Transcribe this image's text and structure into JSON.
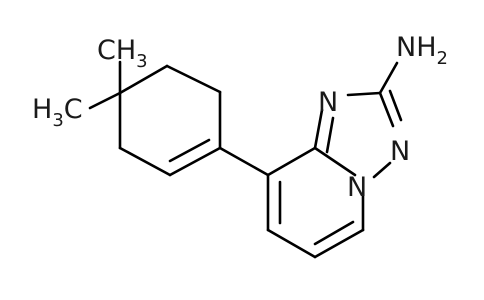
{
  "molecule": {
    "labels": {
      "amine_n": "N",
      "amine_h": "H",
      "amine_sub": "2",
      "ring_n_top": "N",
      "ring_n_right": "N",
      "ring_n_bridge": "N",
      "methyl_top_c": "C",
      "methyl_top_h": "H",
      "methyl_top_sub": "3",
      "methyl_left_h": "H",
      "methyl_left_sub": "3",
      "methyl_left_c": "C"
    }
  }
}
